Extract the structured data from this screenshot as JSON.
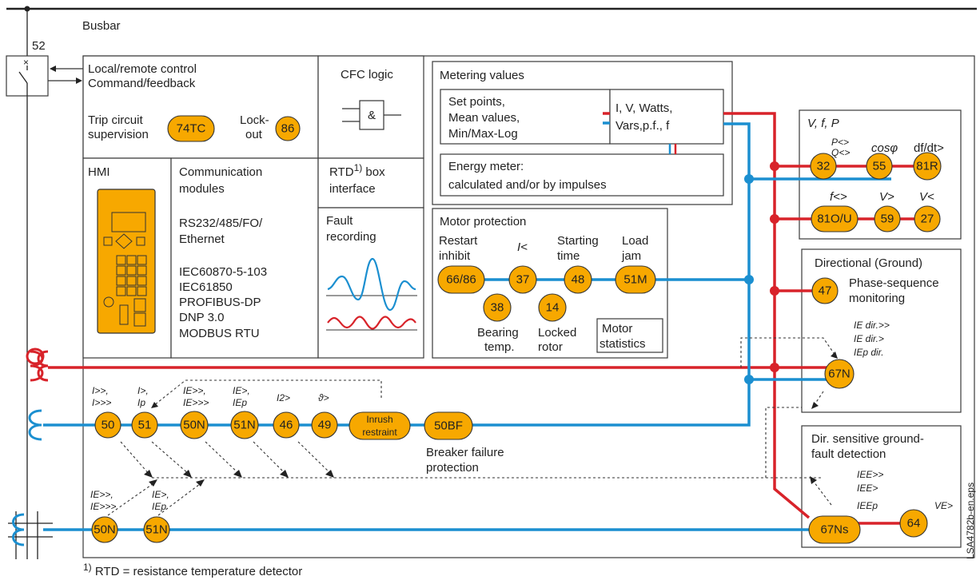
{
  "labels": {
    "busbar": "Busbar",
    "breaker_no": "52",
    "local_remote": "Local/remote control",
    "command_feedback": "Command/feedback",
    "trip_circuit": "Trip circuit",
    "supervision": "supervision",
    "lockout_1": "Lock-",
    "lockout_2": "out",
    "cfc_logic": "CFC logic",
    "and_gate": "&",
    "hmi": "HMI",
    "comm_1": "Communication",
    "comm_2": "modules",
    "rs232": "RS232/485/FO/",
    "ethernet": "Ethernet",
    "iec103": "IEC60870-5-103",
    "iec61850": "IEC61850",
    "profibus": "PROFIBUS-DP",
    "dnp": "DNP 3.0",
    "modbus": "MODBUS RTU",
    "rtd_1": "RTD",
    "rtd_sup": "1)",
    "rtd_2": " box",
    "rtd_3": "interface",
    "fault_1": "Fault",
    "fault_2": "recording",
    "metering": "Metering values",
    "setpoints_1": "Set points,",
    "setpoints_2": "Mean values,",
    "setpoints_3": "Min/Max-Log",
    "ivw_1": "I, V, Watts,",
    "ivw_2": "Vars,p.f., f",
    "energy_1": "Energy meter:",
    "energy_2": "calculated and/or by impulses",
    "vfp": "V, f, P",
    "p_lt_gt": "P<>",
    "q_lt_gt": "Q<>",
    "cosphi": "cosφ",
    "dfdt": "df/dt>",
    "f_lt_gt": "f<>",
    "v_gt": "V>",
    "v_lt": "V<",
    "motor_protection": "Motor protection",
    "restart_1": "Restart",
    "restart_2": "inhibit",
    "i_lt": "I<",
    "starting_1": "Starting",
    "starting_2": "time",
    "load_1": "Load",
    "load_2": "jam",
    "bearing_1": "Bearing",
    "bearing_2": "temp.",
    "locked_1": "Locked",
    "locked_2": "rotor",
    "motor_stat_1": "Motor",
    "motor_stat_2": "statistics",
    "directional": "Directional (Ground)",
    "phase_seq_1": "Phase-sequence",
    "phase_seq_2": "monitoring",
    "ie_dir_gg": "IE dir.>>",
    "ie_dir_g": "IE dir.>",
    "iep_dir": "IEp dir.",
    "i_gg": "I>>,",
    "i_ggg": "I>>>",
    "i_g": "I>,",
    "ip": "Ip",
    "ie_gg": "IE>>,",
    "ie_ggg": "IE>>>",
    "ie_g": "IE>,",
    "iep": "IEp",
    "i2": "I2>",
    "theta": "ϑ>",
    "breaker_fail_1": "Breaker failure",
    "breaker_fail_2": "protection",
    "ie_gg_b": "IE>>,",
    "ie_ggg_b": "IE>>>",
    "ie_g_b": "IE>,",
    "iep_b": "IEp",
    "dir_sens_1": "Dir. sensitive ground-",
    "dir_sens_2": "fault detection",
    "iee_gg": "IEE>>",
    "iee_g": "IEE>",
    "ieep": "IEEp",
    "ve": "VE>",
    "footnote_sup": "1)",
    "footnote": " RTD = resistance temperature detector",
    "side_code": "LSA4782b-en.eps"
  },
  "badges": {
    "b74tc": "74TC",
    "b86": "86",
    "b32": "32",
    "b55": "55",
    "b81r": "81R",
    "b81ou": "81O/U",
    "b59": "59",
    "b27": "27",
    "b6686": "66/86",
    "b37": "37",
    "b48": "48",
    "b51m": "51M",
    "b38": "38",
    "b14": "14",
    "b47": "47",
    "b67n": "67N",
    "b50": "50",
    "b51": "51",
    "b50n": "50N",
    "b51n": "51N",
    "b46": "46",
    "b49": "49",
    "inrush_1": "Inrush",
    "inrush_2": "restraint",
    "b50bf": "50BF",
    "b50n_b": "50N",
    "b51n_b": "51N",
    "b67ns": "67Ns",
    "b64": "64"
  },
  "colors": {
    "voltage_line": "#d8232a",
    "current_line": "#1b8fd0",
    "badge_fill": "#f7a800",
    "hmi_fill": "#f7a800"
  }
}
